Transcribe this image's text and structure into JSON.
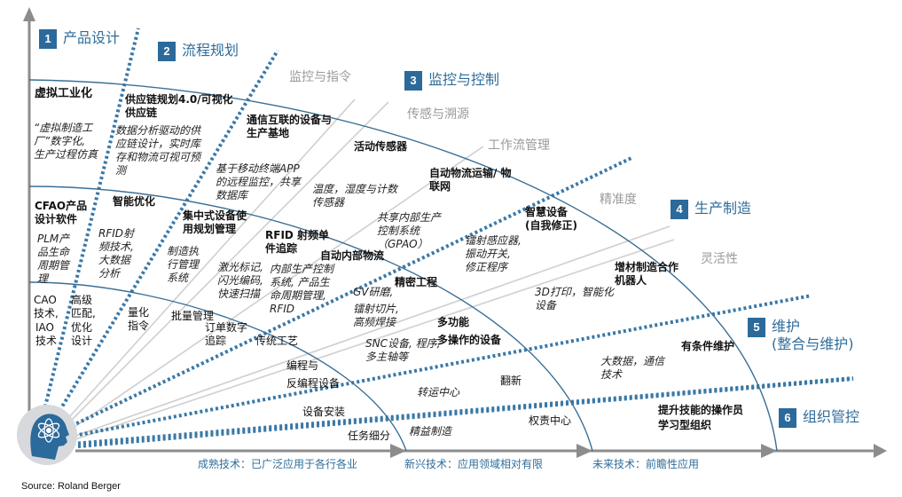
{
  "colors": {
    "accent": "#2b6a9a",
    "arc": "#3a6f95",
    "grid_grey": "#c9c9c9",
    "label_grey": "#9a9a9a",
    "axis": "#8c8c8c"
  },
  "categories": [
    {
      "num": "1",
      "label": "产品设计"
    },
    {
      "num": "2",
      "label": "流程规划"
    },
    {
      "num": "3",
      "label": "监控与控制"
    },
    {
      "num": "4",
      "label": "生产制造"
    },
    {
      "num": "5",
      "label": "维护",
      "label2": "(整合与维护)"
    },
    {
      "num": "6",
      "label": "组织管控"
    }
  ],
  "sub_categories": {
    "monitor_cmd": "监控与指令",
    "sensing_trace": "传感与溯源",
    "workflow": "工作流管理",
    "precision": "精准度",
    "flexibility": "灵活性"
  },
  "axis": {
    "mature": "成熟技术：已广泛应用于各行各业",
    "emerging": "新兴技术：应用领域相对有限",
    "future": "未来技术：前瞻性应用"
  },
  "items": {
    "virtual_industrialization": "虚拟工业化",
    "virtual_factory_1": "“虚拟制造工",
    "virtual_factory_2": "厂”数字化,",
    "virtual_factory_3": "生产过程仿真",
    "supply_chain_1": "供应链规划4.0/可视化",
    "supply_chain_2": "供应链",
    "data_driven_1": "数据分析驱动的供",
    "data_driven_2": "应链设计，实时库",
    "data_driven_3": "存和物流可视可预",
    "data_driven_4": "测",
    "connected_1": "通信互联的设备与",
    "connected_2": "生产基地",
    "mobile_app_1": "基于移动终端APP",
    "mobile_app_2": "的远程监控，共享",
    "mobile_app_3": "数据库",
    "active_sensor": "活动传感器",
    "temp_sensor_1": "温度，湿度与计数",
    "temp_sensor_2": "传感器",
    "auto_logistics_1": "自动物流运输/ 物",
    "auto_logistics_2": "联网",
    "cfao_1": "CFAO产品",
    "cfao_2": "设计软件",
    "plm_1": "PLM产",
    "plm_2": "品生命",
    "plm_3": "周期管",
    "plm_4": "理",
    "smart_opt": "智能优化",
    "rfid_big_1": "RFID射",
    "rfid_big_2": "频技术,",
    "rfid_big_3": "大数据",
    "rfid_big_4": "分析",
    "central_1": "集中式设备使",
    "central_2": "用规划管理",
    "mes_1": "制造执",
    "mes_2": "行管理",
    "mes_3": "系统",
    "rfid_track_1": "RFID 射频单",
    "rfid_track_2": "件追踪",
    "laser_1": "激光标记,",
    "laser_2": "闪光编码,",
    "laser_3": "快速扫描",
    "internal_ctrl_1": "内部生产控制",
    "internal_ctrl_2": "系统, 产品生",
    "internal_ctrl_3": "命周期管理,",
    "internal_ctrl_4": "RFID",
    "gpao_1": "共享内部生产",
    "gpao_2": "控制系统",
    "gpao_3": "（GPAO）",
    "internal_logistics": "自动内部物流",
    "smart_device_1": "智慧设备",
    "smart_device_2": "(自我修正)",
    "radiation_1": "镭射感应器,",
    "radiation_2": "振动开关,",
    "radiation_3": "修正程序",
    "precision_eng": "精密工程",
    "gv_grind": "GV研磨,",
    "laser_cut_1": "镭射切片,",
    "laser_cut_2": "高频焊接",
    "additive_1": "增材制造合作",
    "additive_2": "机器人",
    "print3d_1": "3D打印，智能化",
    "print3d_2": "设备",
    "cao_1": "CAO",
    "cao_2": "技术,",
    "iao_1": "IAO",
    "iao_2": "技术",
    "adv_match_1": "高级",
    "adv_match_2": "匹配,",
    "opt_design_1": "优化",
    "opt_design_2": "设计",
    "quant_1": "量化",
    "quant_2": "指令",
    "batch": "批量管理",
    "order_1": "订单数字",
    "order_2": "追踪",
    "traditional": "传统工艺",
    "multi_1": "多功能",
    "multi_2": "多操作的设备",
    "snc_1": "SNC设备, 程序,",
    "snc_2": "多主轴等",
    "prog_1": "编程与",
    "prog_2": "反编程设备",
    "conditional": "有条件维护",
    "bigdata_1": "大数据，通信",
    "bigdata_2": "技术",
    "transfer": "转运中心",
    "refurb": "翻新",
    "install": "设备安装",
    "task_split": "任务细分",
    "lean": "精益制造",
    "accountability": "权责中心",
    "upskill_1": "提升技能的操作员",
    "upskill_2": "学习型组织"
  },
  "source": "Source: Roland Berger"
}
